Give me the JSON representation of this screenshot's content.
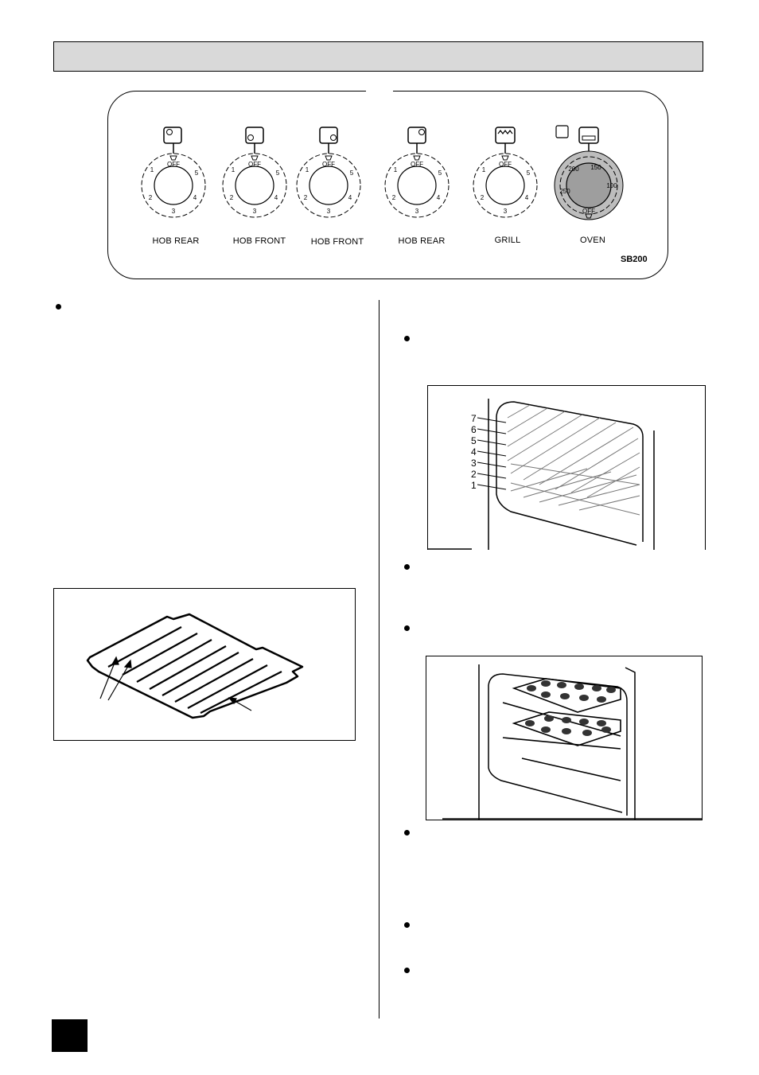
{
  "control_panel": {
    "model": "SB200",
    "knobs": [
      {
        "label": "HOB REAR",
        "off": "OFF",
        "marks": [
          "1",
          "2",
          "3",
          "4",
          "5"
        ],
        "icon": "hob-rear-left-icon"
      },
      {
        "label": "HOB FRONT",
        "off": "OFF",
        "marks": [
          "1",
          "2",
          "3",
          "4",
          "5"
        ],
        "icon": "hob-front-left-icon"
      },
      {
        "label": "HOB FRONT",
        "off": "OFF",
        "marks": [
          "1",
          "2",
          "3",
          "4",
          "5"
        ],
        "icon": "hob-front-right-icon"
      },
      {
        "label": "HOB REAR",
        "off": "OFF",
        "marks": [
          "1",
          "2",
          "3",
          "4",
          "5"
        ],
        "icon": "hob-rear-right-icon"
      },
      {
        "label": "GRILL",
        "off": "OFF",
        "marks": [
          "1",
          "2",
          "3",
          "4",
          "5"
        ],
        "icon": "grill-icon"
      },
      {
        "label": "OVEN",
        "off": "OFF",
        "marks": [
          "100",
          "150",
          "200",
          "250"
        ],
        "icon": "oven-icon"
      }
    ]
  },
  "shelf_figure": {
    "positions": [
      "7",
      "6",
      "5",
      "4",
      "3",
      "2",
      "1"
    ]
  },
  "colors": {
    "title_bar": "#d9d9d9",
    "oven_knob": "#9e9e9e"
  }
}
